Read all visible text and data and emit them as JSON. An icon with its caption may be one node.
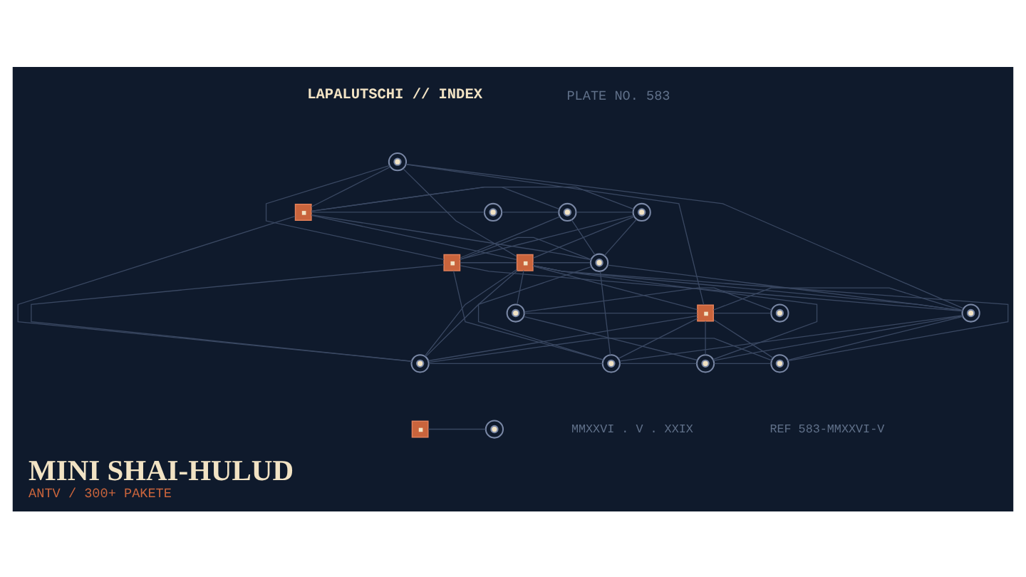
{
  "diagram": {
    "title": "MINI SHAI-HULUD",
    "caption": "ANTV / 300+ PAKETE",
    "nodes": [
      {
        "text": [],
        "shape": "circle"
      },
      {
        "text": [],
        "shape": "square"
      },
      {
        "text": [],
        "shape": "circle"
      },
      {
        "text": [],
        "shape": "circle"
      },
      {
        "text": [],
        "shape": "circle"
      },
      {
        "text": [],
        "shape": "square"
      },
      {
        "text": [],
        "shape": "square"
      },
      {
        "text": [],
        "shape": "circle"
      },
      {
        "text": [],
        "shape": "circle"
      },
      {
        "text": [],
        "shape": "square"
      },
      {
        "text": [],
        "shape": "circle"
      },
      {
        "text": [],
        "shape": "circle"
      },
      {
        "text": [],
        "shape": "circle"
      },
      {
        "text": [],
        "shape": "circle"
      },
      {
        "text": [],
        "shape": "circle"
      },
      {
        "text": [],
        "shape": "circle"
      },
      {
        "text": [],
        "shape": "square"
      },
      {
        "text": [],
        "shape": "circle"
      }
    ],
    "edges": [
      {
        "from": 0,
        "to": 1,
        "arrow": "none"
      },
      {
        "from": 0,
        "to": 5,
        "arrow": "none"
      },
      {
        "from": 0,
        "to": 6,
        "arrow": "none"
      },
      {
        "from": 0,
        "to": 9,
        "arrow": "none"
      },
      {
        "from": 0,
        "to": 11,
        "arrow": "none"
      },
      {
        "from": 1,
        "to": 2,
        "arrow": "none"
      },
      {
        "from": 1,
        "to": 3,
        "arrow": "none"
      },
      {
        "from": 1,
        "to": 4,
        "arrow": "none"
      },
      {
        "from": 1,
        "to": 6,
        "arrow": "none"
      },
      {
        "from": 1,
        "to": 7,
        "arrow": "none"
      },
      {
        "from": 1,
        "to": 12,
        "arrow": "none"
      },
      {
        "from": 2,
        "to": 3,
        "arrow": "none"
      },
      {
        "from": 3,
        "to": 4,
        "arrow": "none"
      },
      {
        "from": 3,
        "to": 5,
        "arrow": "none"
      },
      {
        "from": 3,
        "to": 7,
        "arrow": "none"
      },
      {
        "from": 4,
        "to": 5,
        "arrow": "none"
      },
      {
        "from": 4,
        "to": 6,
        "arrow": "none"
      },
      {
        "from": 4,
        "to": 7,
        "arrow": "none"
      },
      {
        "from": 5,
        "to": 6,
        "arrow": "none"
      },
      {
        "from": 5,
        "to": 7,
        "arrow": "none"
      },
      {
        "from": 5,
        "to": 11,
        "arrow": "none"
      },
      {
        "from": 5,
        "to": 12,
        "arrow": "none"
      },
      {
        "from": 5,
        "to": 13,
        "arrow": "none"
      },
      {
        "from": 6,
        "to": 7,
        "arrow": "none"
      },
      {
        "from": 6,
        "to": 8,
        "arrow": "none"
      },
      {
        "from": 6,
        "to": 9,
        "arrow": "none"
      },
      {
        "from": 6,
        "to": 11,
        "arrow": "none"
      },
      {
        "from": 6,
        "to": 12,
        "arrow": "none"
      },
      {
        "from": 6,
        "to": 13,
        "arrow": "none"
      },
      {
        "from": 6,
        "to": 14,
        "arrow": "none"
      },
      {
        "from": 6,
        "to": 15,
        "arrow": "none"
      },
      {
        "from": 7,
        "to": 11,
        "arrow": "none"
      },
      {
        "from": 7,
        "to": 12,
        "arrow": "none"
      },
      {
        "from": 7,
        "to": 13,
        "arrow": "none"
      },
      {
        "from": 8,
        "to": 9,
        "arrow": "none"
      },
      {
        "from": 8,
        "to": 10,
        "arrow": "none"
      },
      {
        "from": 8,
        "to": 14,
        "arrow": "none"
      },
      {
        "from": 9,
        "to": 10,
        "arrow": "none"
      },
      {
        "from": 9,
        "to": 11,
        "arrow": "none"
      },
      {
        "from": 9,
        "to": 12,
        "arrow": "none"
      },
      {
        "from": 9,
        "to": 13,
        "arrow": "none"
      },
      {
        "from": 9,
        "to": 14,
        "arrow": "none"
      },
      {
        "from": 9,
        "to": 15,
        "arrow": "none"
      },
      {
        "from": 11,
        "to": 13,
        "arrow": "none"
      },
      {
        "from": 11,
        "to": 14,
        "arrow": "none"
      },
      {
        "from": 11,
        "to": 15,
        "arrow": "none"
      },
      {
        "from": 12,
        "to": 13,
        "arrow": "none"
      },
      {
        "from": 12,
        "to": 15,
        "arrow": "none"
      },
      {
        "from": 13,
        "to": 14,
        "arrow": "none"
      },
      {
        "from": 14,
        "to": 15,
        "arrow": "none"
      },
      {
        "from": 16,
        "to": 17,
        "arrow": "none"
      }
    ],
    "labels": [
      "LAPALUTSCHI // INDEX",
      "PLATE NO. 583",
      "MMXXVI . V . XXIX",
      "REF 583-MMXXVI-V"
    ]
  }
}
